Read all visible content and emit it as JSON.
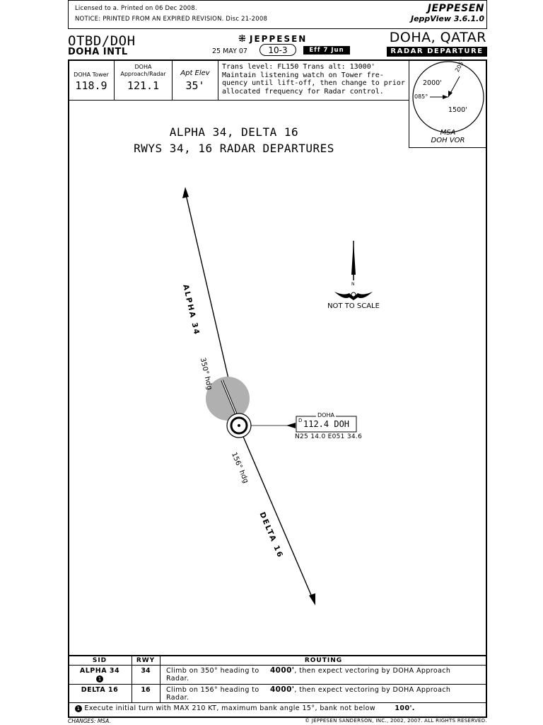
{
  "license": {
    "line1": "Licensed to a.  Printed on 06 Dec 2008.",
    "line2": "NOTICE: PRINTED FROM AN EXPIRED REVISION.  Disc 21-2008"
  },
  "brand": {
    "name": "JEPPESEN",
    "product": "JeppView 3.6.1.0",
    "logo_text": "JEPPESEN"
  },
  "header": {
    "ident": "OTBD/DOH",
    "airport": "DOHA INTL",
    "date": "25 MAY 07",
    "chart_no": "10-3",
    "eff": "Eff 7 Jun",
    "city": "DOHA, QATAR",
    "chart_type": "RADAR DEPARTURE"
  },
  "comms": {
    "tower_label": "DOHA Tower",
    "tower_freq": "118.9",
    "approach_label1": "DOHA",
    "approach_label2": "Approach/Radar",
    "approach_freq": "121.1",
    "elev_label": "Apt Elev",
    "elev_value": "35'"
  },
  "info_text": {
    "line1": "Trans level: FL150     Trans alt: 13000'",
    "line2": "Maintain listening watch on Tower fre-",
    "line3": "quency until lift-off, then change to prior",
    "line4": "allocated frequency for Radar control."
  },
  "msa": {
    "alt_north": "2000'",
    "alt_south": "1500'",
    "brg_left": "085°",
    "brg_right": "205°",
    "label": "MSA",
    "sub": "DOH VOR"
  },
  "chart_title": {
    "line1": "ALPHA 34, DELTA 16",
    "line2": "RWYS 34, 16 RADAR DEPARTURES"
  },
  "plan": {
    "route_north": "ALPHA 34",
    "route_south": "DELTA 16",
    "hdg_north": "350° hdg",
    "hdg_south": "156° hdg",
    "north_label": "N",
    "not_to_scale": "NOT TO SCALE",
    "vor_name": "DOHA",
    "vor_freq": "112.4 DOH",
    "vor_d": "D",
    "vor_coords": "N25 14.0 E051 34.6"
  },
  "table": {
    "headers": [
      "SID",
      "RWY",
      "ROUTING"
    ],
    "rows": [
      {
        "sid": "ALPHA 34",
        "note": "1",
        "rwy": "34",
        "routing_a": "Climb on 350° heading to",
        "alt": "4000'",
        "routing_b": ", then expect vectoring by DOHA Approach",
        "routing_c": "Radar."
      },
      {
        "sid": "DELTA 16",
        "note": "",
        "rwy": "16",
        "routing_a": "Climb on 156° heading to",
        "alt": "4000'",
        "routing_b": ", then expect vectoring by DOHA Approach",
        "routing_c": "Radar."
      }
    ],
    "footnote_num": "1",
    "footnote": "Execute initial turn with MAX 210 KT, maximum bank angle 15°, bank not below",
    "footnote_alt": "100'."
  },
  "footer": {
    "changes": "CHANGES: MSA.",
    "copyright": "© JEPPESEN SANDERSON, INC., 2002, 2007. ALL RIGHTS RESERVED."
  }
}
